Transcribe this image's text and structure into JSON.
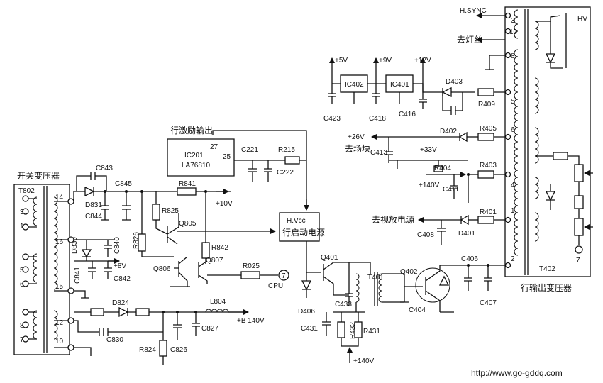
{
  "labels": {
    "switch_transformer_title": "开关变压器",
    "t802": "T802",
    "t802_pin3": "3",
    "t802_pin1": "1",
    "t802_pin5": "5",
    "t802_pin6": "6",
    "t802_pin8": "8",
    "t802_pin7": "7",
    "t802_pin14": "14",
    "t802_pin16": "16",
    "t802_pin15": "15",
    "t802_pin12": "12",
    "t802_pin10": "10",
    "c843": "C843",
    "c845": "C845",
    "d831": "D831",
    "c844": "C844",
    "d830": "D830",
    "c840": "C840",
    "c841": "C841",
    "c842": "C842",
    "v8": "+8V",
    "r841": "R841",
    "v10": "+10V",
    "r825": "R825",
    "r826": "R826",
    "q805": "Q805",
    "r842": "R842",
    "q806": "Q806",
    "q807": "Q807",
    "r025": "R025",
    "cpu_pin": "7",
    "cpu": "CPU",
    "d824": "D824",
    "l804": "L804",
    "b140": "+B 140V",
    "c830": "C830",
    "c827": "C827",
    "r824": "R824",
    "c826": "C826",
    "hdrive_out": "行激励输出",
    "ic201_pin27": "27",
    "ic201": "IC201",
    "la76810": "LA76810",
    "ic201_pin25": "25",
    "c221": "C221",
    "r215": "R215",
    "c222": "C222",
    "hvcc": "H.Vcc",
    "hstart_power": "行启动电源",
    "v5": "+5V",
    "v9": "+9V",
    "v12": "+12V",
    "ic402": "IC402",
    "ic401": "IC401",
    "c423": "C423",
    "c418": "C418",
    "c416": "C416",
    "d403": "D403",
    "r409": "R409",
    "d402": "D402",
    "r405": "R405",
    "v26": "+26V",
    "field_block": "去场块",
    "c413": "C413",
    "v33": "+33V",
    "r404": "R404",
    "r403": "R403",
    "v140_in": "+140V",
    "c411": "C411",
    "r401": "R401",
    "video_power": "去视放电源",
    "c408": "C408",
    "d401": "D401",
    "q401": "Q401",
    "t401": "T401",
    "q402": "Q402",
    "d406": "D406",
    "c433": "C433",
    "c404": "C404",
    "c406": "C406",
    "c407": "C407",
    "c431": "C431",
    "r432": "R432",
    "r431": "R431",
    "v140_bottom": "+140V",
    "hsync": "H.SYNC",
    "to_filament": "去灯丝",
    "hv": "HV",
    "t402_pin3": "3",
    "t402_pin10": "10",
    "t402_pin8": "8",
    "t402_pin5": "5",
    "t402_pin6": "6",
    "t402_pin4": "4",
    "t402_pin1": "1",
    "t402_pin2": "2",
    "t402_pin7": "7",
    "t402": "T402",
    "fbt_title": "行输出变压器"
  },
  "footer": {
    "url": "http://www.go-gddq.com"
  }
}
